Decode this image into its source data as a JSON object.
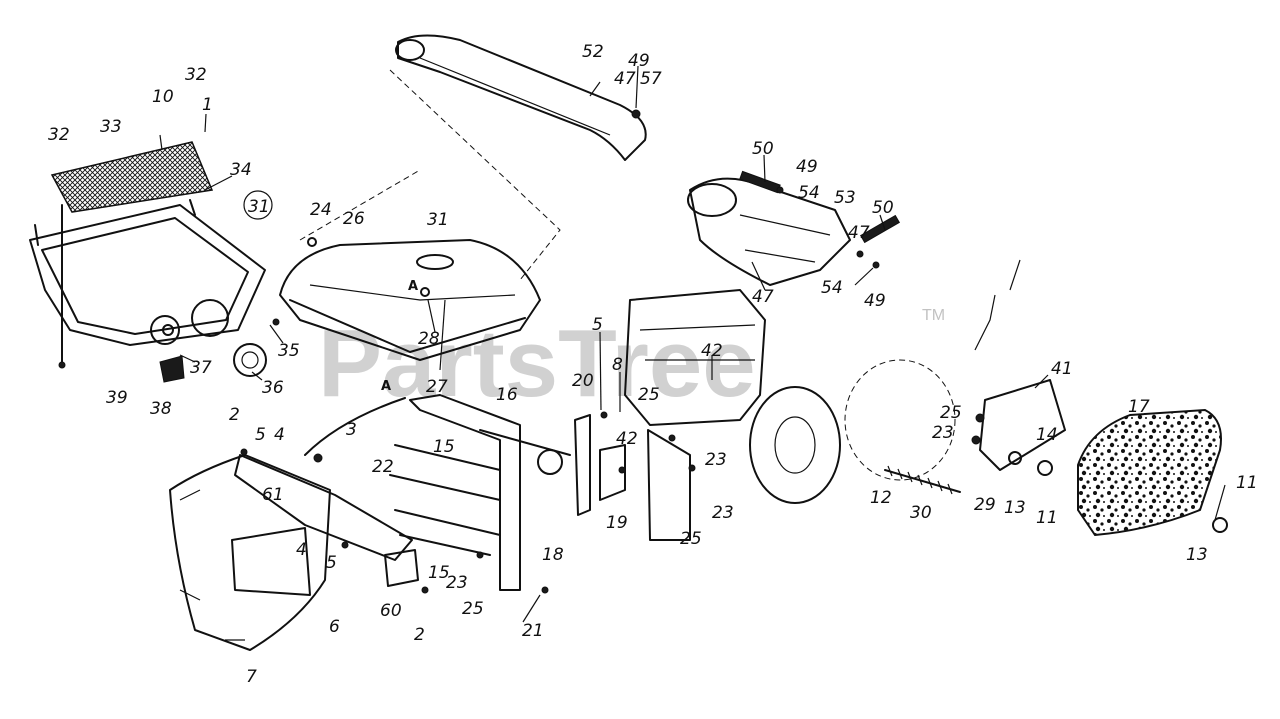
{
  "watermark": {
    "text": "PartsTree",
    "trademark": "TM"
  },
  "callouts": {
    "c1": "1",
    "c2": "2",
    "c2b": "2",
    "c3": "3",
    "c4": "4",
    "c4b": "4",
    "c5": "5",
    "c5b": "5",
    "c5c": "5",
    "c6": "6",
    "c7": "7",
    "c8": "8",
    "c10": "10",
    "c11": "11",
    "c11b": "11",
    "c12": "12",
    "c13": "13",
    "c13b": "13",
    "c14": "14",
    "c15": "15",
    "c15b": "15",
    "c16": "16",
    "c17": "17",
    "c18": "18",
    "c19": "19",
    "c20": "20",
    "c21": "21",
    "c22": "22",
    "c23a": "23",
    "c23b": "23",
    "c23c": "23",
    "c23d": "23",
    "c24": "24",
    "c25a": "25",
    "c25b": "25",
    "c25c": "25",
    "c25d": "25",
    "c26": "26",
    "c27": "27",
    "c28": "28",
    "c29": "29",
    "c30": "30",
    "c31": "31",
    "c31c": "31",
    "c32": "32",
    "c32b": "32",
    "c33": "33",
    "c34": "34",
    "c35": "35",
    "c36": "36",
    "c37": "37",
    "c38": "38",
    "c39": "39",
    "c41": "41",
    "c42": "42",
    "c42b": "42",
    "c47a": "47",
    "c47b": "47",
    "c47c": "47",
    "c49a": "49",
    "c49b": "49",
    "c49c": "49",
    "c50a": "50",
    "c50b": "50",
    "c52": "52",
    "c53": "53",
    "c54a": "54",
    "c54b": "54",
    "c57": "57",
    "c60": "60",
    "c61": "61"
  },
  "ref_letters": {
    "a1": "A",
    "a2": "A"
  }
}
